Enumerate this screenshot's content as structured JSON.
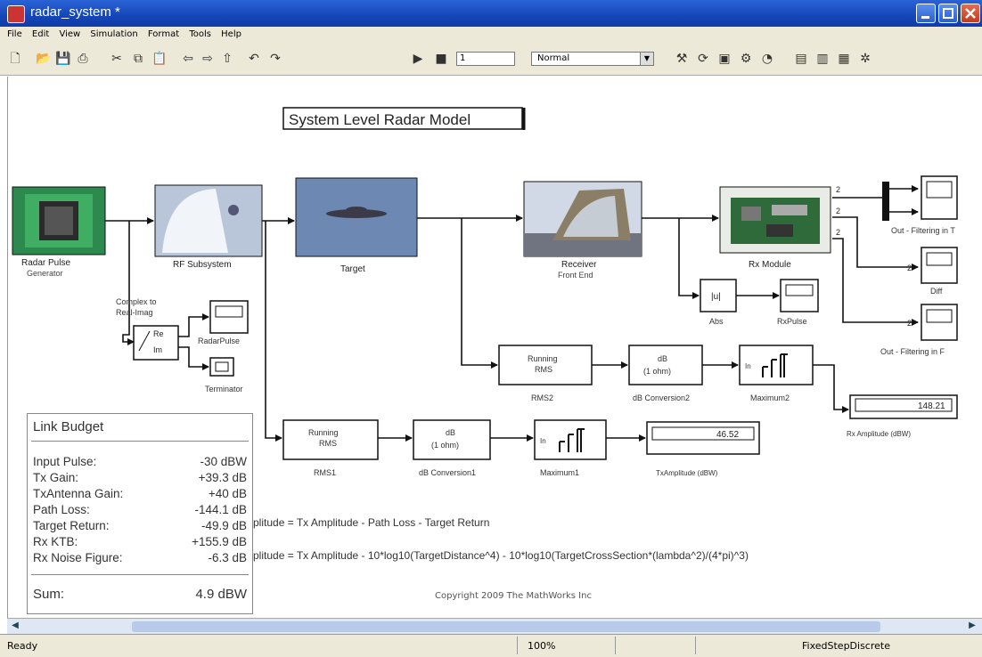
{
  "window": {
    "title": "radar_system *"
  },
  "menu": [
    "File",
    "Edit",
    "View",
    "Simulation",
    "Format",
    "Tools",
    "Help"
  ],
  "toolbar": {
    "stop_time": "1",
    "sim_mode": "Normal"
  },
  "diagram": {
    "title": "System Level Radar Model",
    "blocks": {
      "radar_pulse_label": "Radar Pulse",
      "radar_pulse_sub": "Generator",
      "rf_label": "RF Subsystem",
      "target_label": "Target",
      "receiver_label": "Receiver",
      "receiver_sub": "Front End",
      "rx_module_label": "Rx Module",
      "complex_label_1": "Complex to",
      "complex_label_2": "Real-Imag",
      "complex_port_1": "Re",
      "complex_port_2": "Im",
      "radarpulse_scope": "RadarPulse",
      "terminator": "Terminator",
      "abs_label": "Abs",
      "abs_glyph": "|u|",
      "rxpulse_scope": "RxPulse",
      "rms2_line1": "Running",
      "rms2_line2": "RMS",
      "rms2_label": "RMS2",
      "db2_line1": "dB",
      "db2_line2": "(1 ohm)",
      "db2_label": "dB Conversion2",
      "max2_label": "Maximum2",
      "max2_in": "In",
      "rx_amp_value": "148.21",
      "rx_amp_label": "Rx Amplitude (dBW)",
      "rms1_line1": "Running",
      "rms1_line2": "RMS",
      "rms1_label": "RMS1",
      "db1_line1": "dB",
      "db1_line2": "(1 ohm)",
      "db1_label": "dB Conversion1",
      "max1_label": "Maximum1",
      "max1_in": "In",
      "tx_amp_value": "46.52",
      "tx_amp_label": "TxAmplitude (dBW)",
      "scope1_label": "Out - Filtering in T",
      "scope2_label": "Diff",
      "scope3_label": "Out - Filtering in F",
      "port_2a": "2",
      "port_2b": "2",
      "port_2c": "2",
      "port_2d": "2",
      "port_2e": "2"
    },
    "link_budget": {
      "title": "Link Budget",
      "rows": [
        {
          "label": "Input Pulse:",
          "value": "-30 dBW"
        },
        {
          "label": "Tx Gain:",
          "value": "+39.3 dB"
        },
        {
          "label": "TxAntenna Gain:",
          "value": "+40 dB"
        },
        {
          "label": "Path Loss:",
          "value": "-144.1 dB"
        },
        {
          "label": "Target Return:",
          "value": "-49.9 dB"
        },
        {
          "label": "Rx KTB:",
          "value": "+155.9 dB"
        },
        {
          "label": "Rx Noise Figure:",
          "value": "-6.3 dB"
        }
      ],
      "sum_label": "Sum:",
      "sum_value": "4.9 dBW"
    },
    "formula_1": "plitude = Tx Amplitude - Path Loss - Target Return",
    "formula_2": "plitude = Tx Amplitude - 10*log10(TargetDistance^4) - 10*log10(TargetCrossSection*(lambda^2)/(4*pi)^3)",
    "copyright": "Copyright 2009 The MathWorks Inc"
  },
  "status": {
    "left": "Ready",
    "zoom": "100%",
    "solver": "FixedStepDiscrete"
  }
}
